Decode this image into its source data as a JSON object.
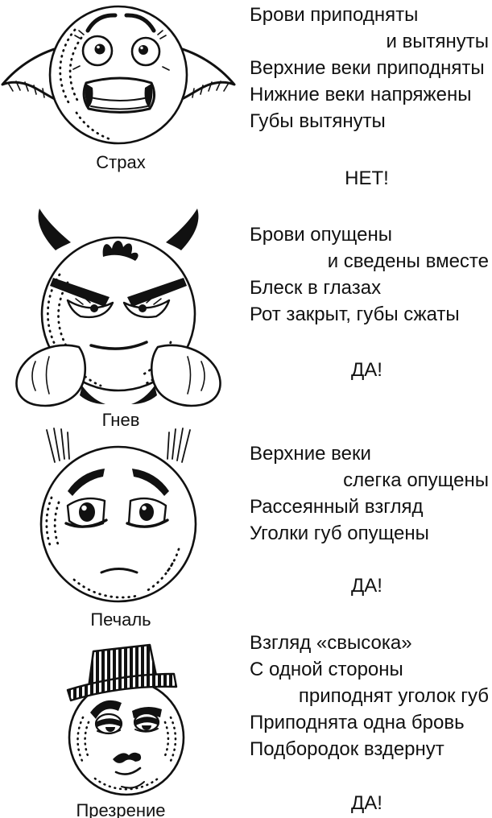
{
  "document": {
    "background": "#ffffff",
    "ink_color": "#111111"
  },
  "sections": [
    {
      "label": "Страх",
      "lines": [
        "Брови приподняты",
        "и вытянуты",
        "Верхние веки приподняты",
        "Нижние веки напряжены",
        "Губы вытянуты"
      ],
      "verdict": "НЕТ!"
    },
    {
      "label": "Гнев",
      "lines": [
        "Брови опущены",
        "и сведены вместе",
        "Блеск в глазах",
        "Рот закрыт, губы сжаты"
      ],
      "verdict": "ДА!"
    },
    {
      "label": "Печаль",
      "lines": [
        "Верхние веки",
        "слегка опущены",
        "Рассеянный взгляд",
        "Уголки губ опущены"
      ],
      "verdict": "ДА!"
    },
    {
      "label": "Презрение",
      "lines": [
        "Взгляд «свысока»",
        "С одной стороны",
        "приподнят уголок губ",
        "Приподнята одна бровь",
        "Подбородок вздернут"
      ],
      "verdict": "ДА!"
    }
  ]
}
